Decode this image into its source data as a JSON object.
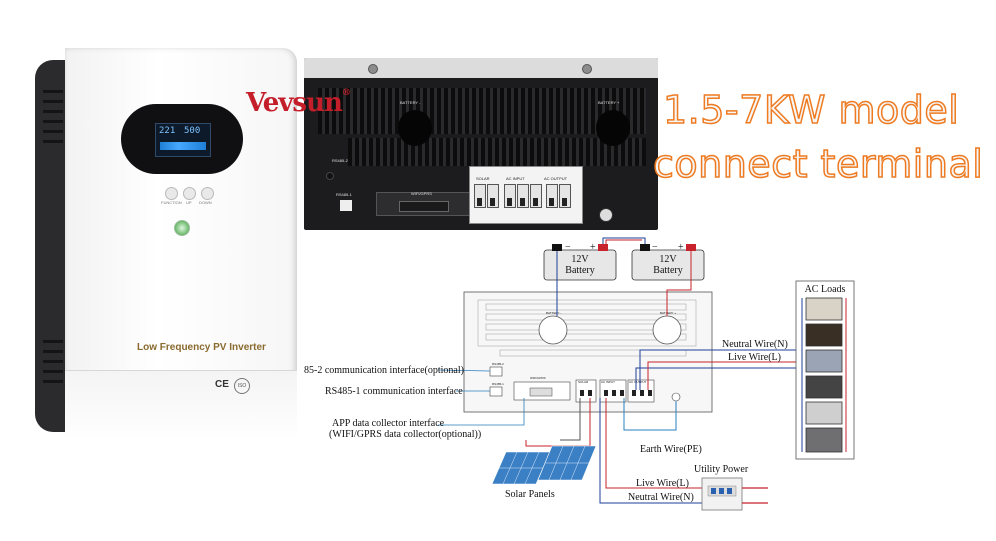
{
  "brand": {
    "name": "Vevsun",
    "registered": "®"
  },
  "headline": {
    "line1": "1.5-7KW model",
    "line2": "connect terminal"
  },
  "inverter": {
    "label": "Low Frequency PV Inverter",
    "lcd_left": "221",
    "lcd_right": "500",
    "buttons": [
      "FUNCTION",
      "UP",
      "DOWN"
    ],
    "ce": "CE",
    "cert": "ISO"
  },
  "terminal_photo": {
    "battery_minus": "BATTERY -",
    "battery_plus": "BATTERY +",
    "rs485_2": "RS485-2",
    "rs485_1": "RS485-1",
    "wifi": "WIFI/GPRS",
    "block_labels": [
      "SOLAR",
      "AC INPUT",
      "AC OUTPUT"
    ]
  },
  "diagram": {
    "battery1": {
      "line1": "12V",
      "line2": "Battery",
      "minus": "−",
      "plus": "+"
    },
    "battery2": {
      "line1": "12V",
      "line2": "Battery",
      "minus": "−",
      "plus": "+"
    },
    "chassis_battery_minus": "BATTERY -",
    "chassis_battery_plus": "BATTERY +",
    "port_rs485_2": "RS485-2",
    "port_rs485_1": "RS485-1",
    "port_wifi": "WIFI/GPRS",
    "port_solar": "SOLAR",
    "port_ac_input": "AC INPUT",
    "port_ac_output": "AC OUTPUT",
    "callouts": {
      "rs485_2": "85-2 communication interface(optional)",
      "rs485_1": "RS485-1 communication interface",
      "app_line1": "APP data collector interface",
      "app_line2": "(WIFI/GPRS data collector(optional))",
      "neutral_out": "Neutral Wire(N)",
      "live_out": "Live Wire(L)",
      "earth": "Earth Wire(PE)",
      "live_in": "Live Wire(L)",
      "neutral_in": "Neutral Wire(N)",
      "utility": "Utility Power",
      "solar": "Solar Panels"
    },
    "ac_loads": {
      "title": "AC Loads"
    },
    "colors": {
      "neutral": "#1f3f9a",
      "live": "#c8232c",
      "earth": "#2a7fbf",
      "solar": "#555555"
    }
  }
}
